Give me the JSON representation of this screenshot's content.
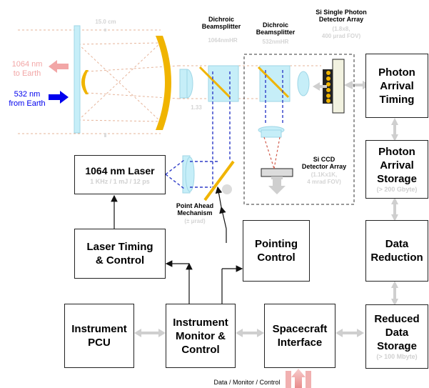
{
  "labels": {
    "dichroic1": "Dichroic\nBeamsplitter",
    "dichroic2": "Dichroic\nBeamsplitter",
    "si_single": "Si Single Photon\nDetector Array",
    "si_single_spec": "(1.8x8,\n400 μrad FOV)",
    "si_ccd": "Si CCD\nDetector Array",
    "si_ccd_spec": "(1.1Kx1K,\n4 mrad FOV)",
    "point_ahead": "Point Ahead\nMechanism",
    "point_ahead_spec": "(± μrad)",
    "earth_1064": "1064 nm\nto Earth",
    "earth_532": "532 nm\nfrom Earth",
    "data_monitor": "Data / Monitor / Control",
    "faint_15cm": "15.0 cm",
    "faint_1064hr": "1064nmHR",
    "faint_532hr": "532nmHR",
    "faint_133": "1.33"
  },
  "boxes": {
    "laser": {
      "title": "1064 nm Laser",
      "sub": "1 KHz / 1 mJ / 12 ps"
    },
    "laser_timing": {
      "title": "Laser Timing\n& Control"
    },
    "pointing": {
      "title": "Pointing\nControl"
    },
    "paTiming": {
      "title": "Photon\nArrival\nTiming"
    },
    "paStorage": {
      "title": "Photon\nArrival\nStorage",
      "sub": "(> 200 Gbyte)"
    },
    "dataRed": {
      "title": "Data\nReduction"
    },
    "redStorage": {
      "title": "Reduced\nData\nStorage",
      "sub": "(> 100 Mbyte)"
    },
    "pcu": {
      "title": "Instrument\nPCU"
    },
    "monitor": {
      "title": "Instrument\nMonitor &\nControl"
    },
    "spacecraft": {
      "title": "Spacecraft\nInterface"
    }
  },
  "colors": {
    "orange": "#f0b400",
    "cyan": "#c6eef8",
    "blue_arrow": "#0000ee",
    "pink_arrow": "#f2a6a6",
    "dashed_blue": "#2e3cc8",
    "dashed_red": "#d05a4a"
  }
}
